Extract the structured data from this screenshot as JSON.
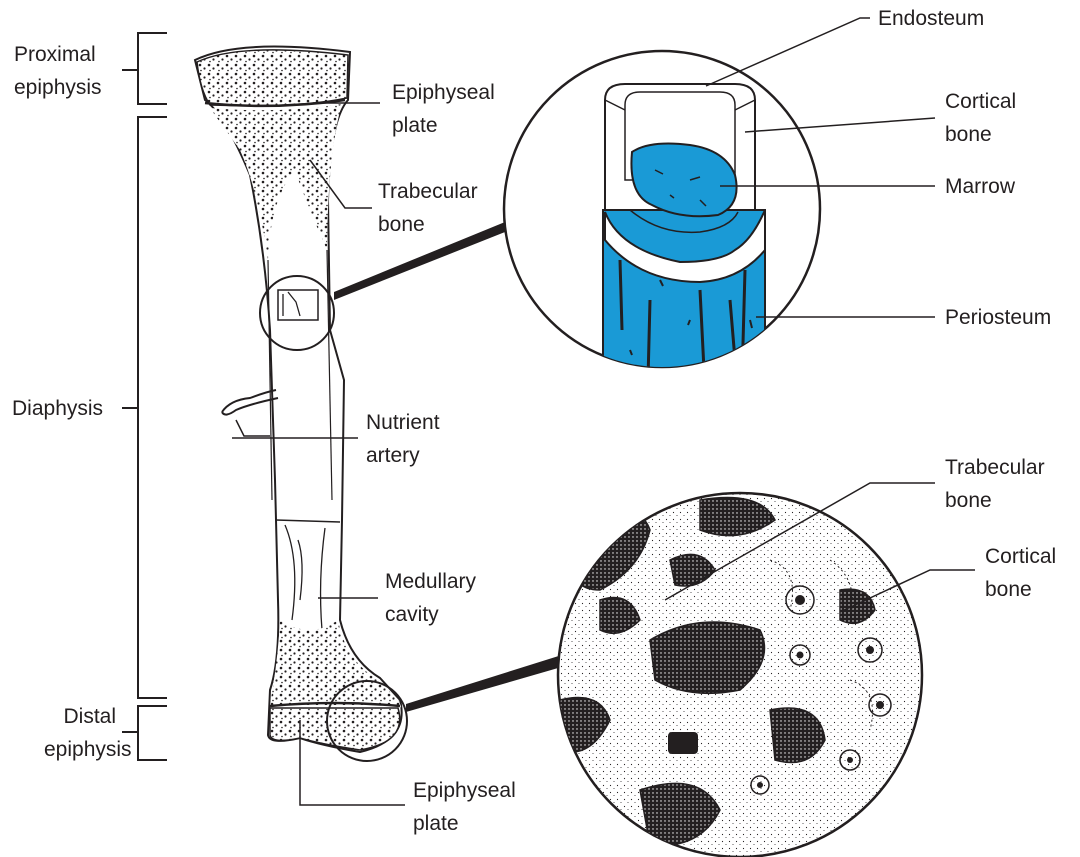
{
  "colors": {
    "ink": "#231f20",
    "accent": "#1a9ad6",
    "paper": "#ffffff"
  },
  "labels": {
    "proximal_epiphysis": [
      "Proximal",
      "epiphysis"
    ],
    "diaphysis": "Diaphysis",
    "distal_epiphysis": [
      "Distal",
      "epiphysis"
    ],
    "epiphyseal_plate_top": [
      "Epiphyseal",
      "plate"
    ],
    "trabecular_bone_left": [
      "Trabecular",
      "bone"
    ],
    "nutrient_artery": [
      "Nutrient",
      "artery"
    ],
    "medullary_cavity": [
      "Medullary",
      "cavity"
    ],
    "epiphyseal_plate_bottom": [
      "Epiphyseal",
      "plate"
    ],
    "endosteum": "Endosteum",
    "cortical_bone_top": [
      "Cortical",
      "bone"
    ],
    "marrow": "Marrow",
    "periosteum": "Periosteum",
    "trabecular_bone_right": [
      "Trabecular",
      "bone"
    ],
    "cortical_bone_right": [
      "Cortical",
      "bone"
    ]
  }
}
